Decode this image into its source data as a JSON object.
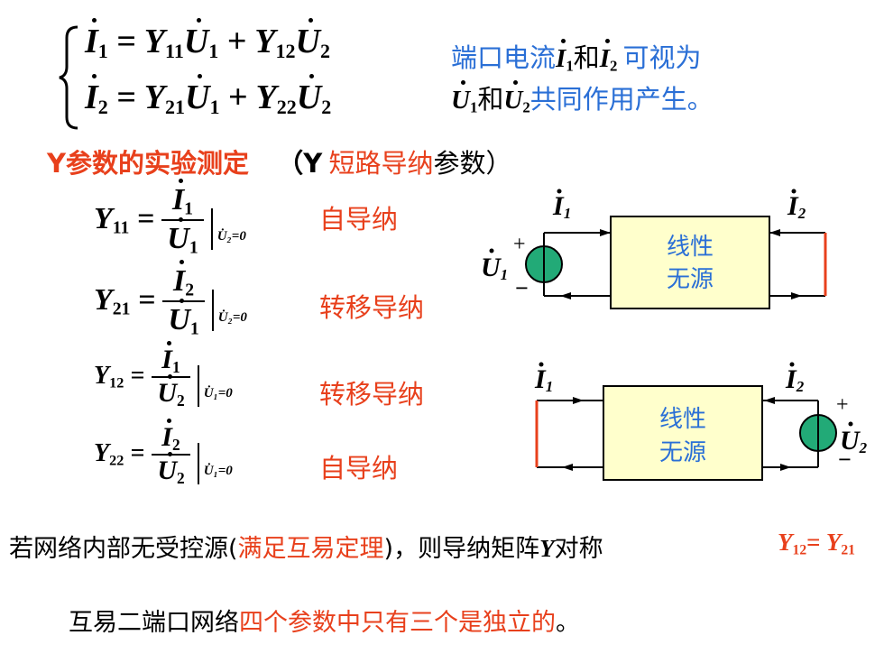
{
  "equations": {
    "eq1": {
      "lhs": "I",
      "lhs_sub": "1",
      "eq": "=",
      "y_a": "Y",
      "y_a_sub": "11",
      "u_a": "U",
      "u_a_sub": "1",
      "plus": "+",
      "y_b": "Y",
      "y_b_sub": "12",
      "u_b": "U",
      "u_b_sub": "2"
    },
    "eq2": {
      "lhs": "I",
      "lhs_sub": "2",
      "eq": "=",
      "y_a": "Y",
      "y_a_sub": "21",
      "u_a": "U",
      "u_a_sub": "1",
      "plus": "+",
      "y_b": "Y",
      "y_b_sub": "22",
      "u_b": "U",
      "u_b_sub": "2"
    }
  },
  "note": {
    "line1_a": "端口电流",
    "i1": "I",
    "i1_sub": "1",
    "and1": "和",
    "i2": "I",
    "i2_sub": "2",
    "line1_b": "可视为",
    "u1": "U",
    "u1_sub": "1",
    "and2": "和",
    "u2": "U",
    "u2_sub": "2",
    "line2_b": "共同作用产生。"
  },
  "heading": {
    "title": "Y参数的实验测定",
    "paren_open": "（Y",
    "highlight": "短路导纳",
    "tail": "参数）"
  },
  "params": [
    {
      "y": "Y",
      "y_sub": "11",
      "num": "I",
      "num_sub": "1",
      "den": "U",
      "den_sub": "1",
      "cond": "U̇₂=0",
      "label": "自导纳"
    },
    {
      "y": "Y",
      "y_sub": "21",
      "num": "I",
      "num_sub": "2",
      "den": "U",
      "den_sub": "1",
      "cond": "U̇₂=0",
      "label": "转移导纳"
    },
    {
      "y": "Y",
      "y_sub": "12",
      "num": "I",
      "num_sub": "1",
      "den": "U",
      "den_sub": "2",
      "cond": "U̇₁=0",
      "label": "转移导纳"
    },
    {
      "y": "Y",
      "y_sub": "22",
      "num": "I",
      "num_sub": "2",
      "den": "U",
      "den_sub": "2",
      "cond": "U̇₁=0",
      "label": "自导纳"
    }
  ],
  "circuit1": {
    "box_line1": "线性",
    "box_line2": "无源",
    "i_left": "I",
    "i_left_sub": "1",
    "i_right": "I",
    "i_right_sub": "2",
    "source": "U",
    "source_sub": "1",
    "plus": "+",
    "minus": "−"
  },
  "circuit2": {
    "box_line1": "线性",
    "box_line2": "无源",
    "i_left": "I",
    "i_left_sub": "1",
    "i_right": "I",
    "i_right_sub": "2",
    "source": "U",
    "source_sub": "2",
    "plus": "+",
    "minus": "−"
  },
  "statement": {
    "part1": "若网络内部无受控源(",
    "part2": "满足互易定理",
    "part3": ")，则导纳矩阵",
    "y": "Y",
    "part4": "对称",
    "sym_lhs": "Y",
    "sym_lhs_sub": "12",
    "sym_eq": "=",
    "sym_rhs": "Y",
    "sym_rhs_sub": "21"
  },
  "conclusion": {
    "part1": "互易二端口网络",
    "part2": "四个参数中只有三个是独立的",
    "part3": "。"
  },
  "colors": {
    "red": "#e8401c",
    "blue": "#2a6fd6",
    "box_fill": "#ffffcc",
    "source_fill": "#22aa77"
  }
}
